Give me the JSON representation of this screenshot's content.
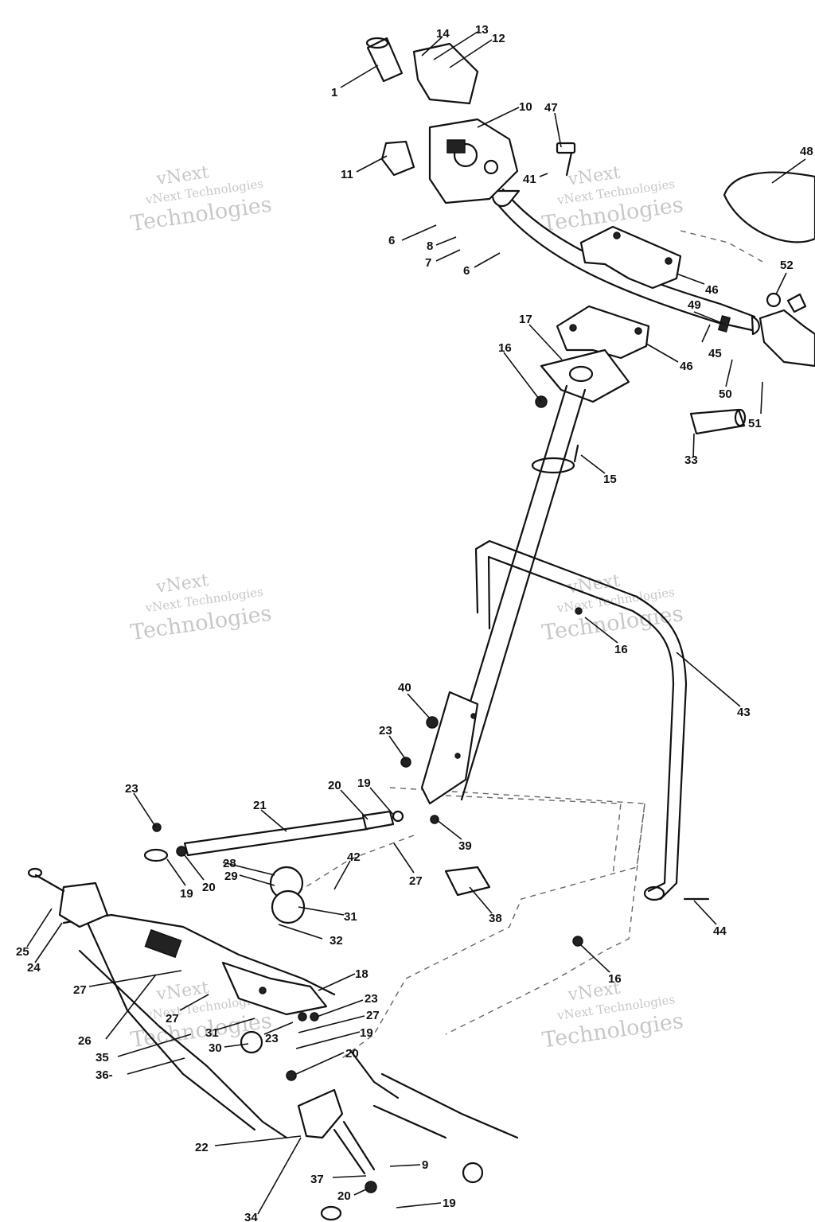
{
  "watermark": {
    "line1": "vNext",
    "line2": "vNext Technologies",
    "line3": "Technologies"
  },
  "callouts": [
    {
      "id": "c1",
      "label": "1"
    },
    {
      "id": "c14",
      "label": "14"
    },
    {
      "id": "c13",
      "label": "13"
    },
    {
      "id": "c12",
      "label": "12"
    },
    {
      "id": "c10",
      "label": "10"
    },
    {
      "id": "c47",
      "label": "47"
    },
    {
      "id": "c48",
      "label": "48"
    },
    {
      "id": "c11",
      "label": "11"
    },
    {
      "id": "c41",
      "label": "41"
    },
    {
      "id": "c6a",
      "label": "6"
    },
    {
      "id": "c8",
      "label": "8"
    },
    {
      "id": "c7",
      "label": "7"
    },
    {
      "id": "c6b",
      "label": "6"
    },
    {
      "id": "c46a",
      "label": "46"
    },
    {
      "id": "c52",
      "label": "52"
    },
    {
      "id": "c49",
      "label": "49"
    },
    {
      "id": "c45",
      "label": "45"
    },
    {
      "id": "c17",
      "label": "17"
    },
    {
      "id": "c46b",
      "label": "46"
    },
    {
      "id": "c16a",
      "label": "16"
    },
    {
      "id": "c50",
      "label": "50"
    },
    {
      "id": "c51",
      "label": "51"
    },
    {
      "id": "c33",
      "label": "33"
    },
    {
      "id": "c15",
      "label": "15"
    },
    {
      "id": "c16b",
      "label": "16"
    },
    {
      "id": "c43",
      "label": "43"
    },
    {
      "id": "c40",
      "label": "40"
    },
    {
      "id": "c23a",
      "label": "23"
    },
    {
      "id": "c23b",
      "label": "23"
    },
    {
      "id": "c21",
      "label": "21"
    },
    {
      "id": "c20a",
      "label": "20"
    },
    {
      "id": "c19a",
      "label": "19"
    },
    {
      "id": "c39",
      "label": "39"
    },
    {
      "id": "c27a",
      "label": "27"
    },
    {
      "id": "c28",
      "label": "28"
    },
    {
      "id": "c29",
      "label": "29"
    },
    {
      "id": "c42",
      "label": "42"
    },
    {
      "id": "c19b",
      "label": "19"
    },
    {
      "id": "c20b",
      "label": "20"
    },
    {
      "id": "c31a",
      "label": "31"
    },
    {
      "id": "c38",
      "label": "38"
    },
    {
      "id": "c44",
      "label": "44"
    },
    {
      "id": "c32",
      "label": "32"
    },
    {
      "id": "c25",
      "label": "25"
    },
    {
      "id": "c24",
      "label": "24"
    },
    {
      "id": "c16c",
      "label": "16"
    },
    {
      "id": "c18",
      "label": "18"
    },
    {
      "id": "c27b",
      "label": "27"
    },
    {
      "id": "c23c",
      "label": "23"
    },
    {
      "id": "c27c",
      "label": "27"
    },
    {
      "id": "c27d",
      "label": "27"
    },
    {
      "id": "c26",
      "label": "26"
    },
    {
      "id": "c31b",
      "label": "31"
    },
    {
      "id": "c23d",
      "label": "23"
    },
    {
      "id": "c19c",
      "label": "19"
    },
    {
      "id": "c35",
      "label": "35"
    },
    {
      "id": "c30",
      "label": "30"
    },
    {
      "id": "c20c",
      "label": "20"
    },
    {
      "id": "c36",
      "label": "36-"
    },
    {
      "id": "c22",
      "label": "22"
    },
    {
      "id": "c9",
      "label": "9"
    },
    {
      "id": "c37",
      "label": "37"
    },
    {
      "id": "c20d",
      "label": "20"
    },
    {
      "id": "c34",
      "label": "34"
    },
    {
      "id": "c19d",
      "label": "19"
    }
  ]
}
